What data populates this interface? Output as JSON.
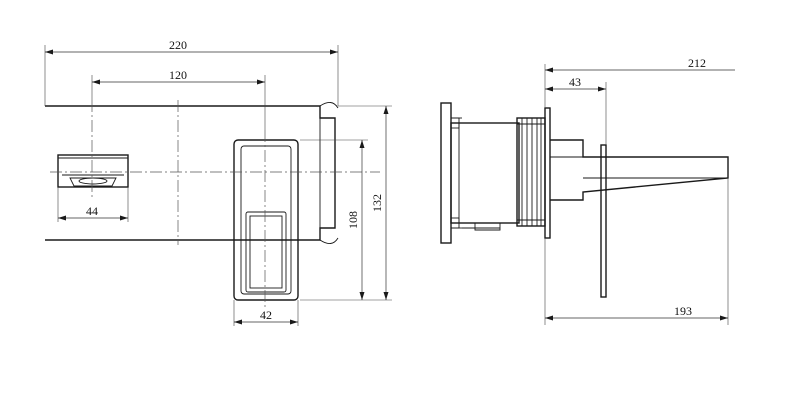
{
  "front_view": {
    "dimensions": {
      "overall_width": "220",
      "spout_to_handle": "120",
      "spout_width": "44",
      "handle_width": "42",
      "handle_height": "108",
      "plate_height": "132"
    }
  },
  "side_view": {
    "dimensions": {
      "overall_depth": "212",
      "body_depth": "43",
      "spout_reach": "193"
    }
  }
}
